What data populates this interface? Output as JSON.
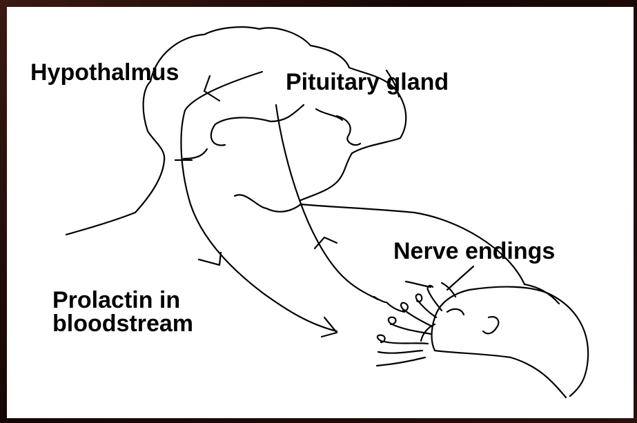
{
  "labels": {
    "hypothalamus": "Hypothalmus",
    "pituitary": "Pituitary gland",
    "nerve_endings": "Nerve endings",
    "prolactin_line1": "Prolactin in",
    "prolactin_line2": "bloodstream"
  },
  "colors": {
    "border": "#1a0806",
    "background": "#ffffff",
    "ink": "#000000"
  }
}
